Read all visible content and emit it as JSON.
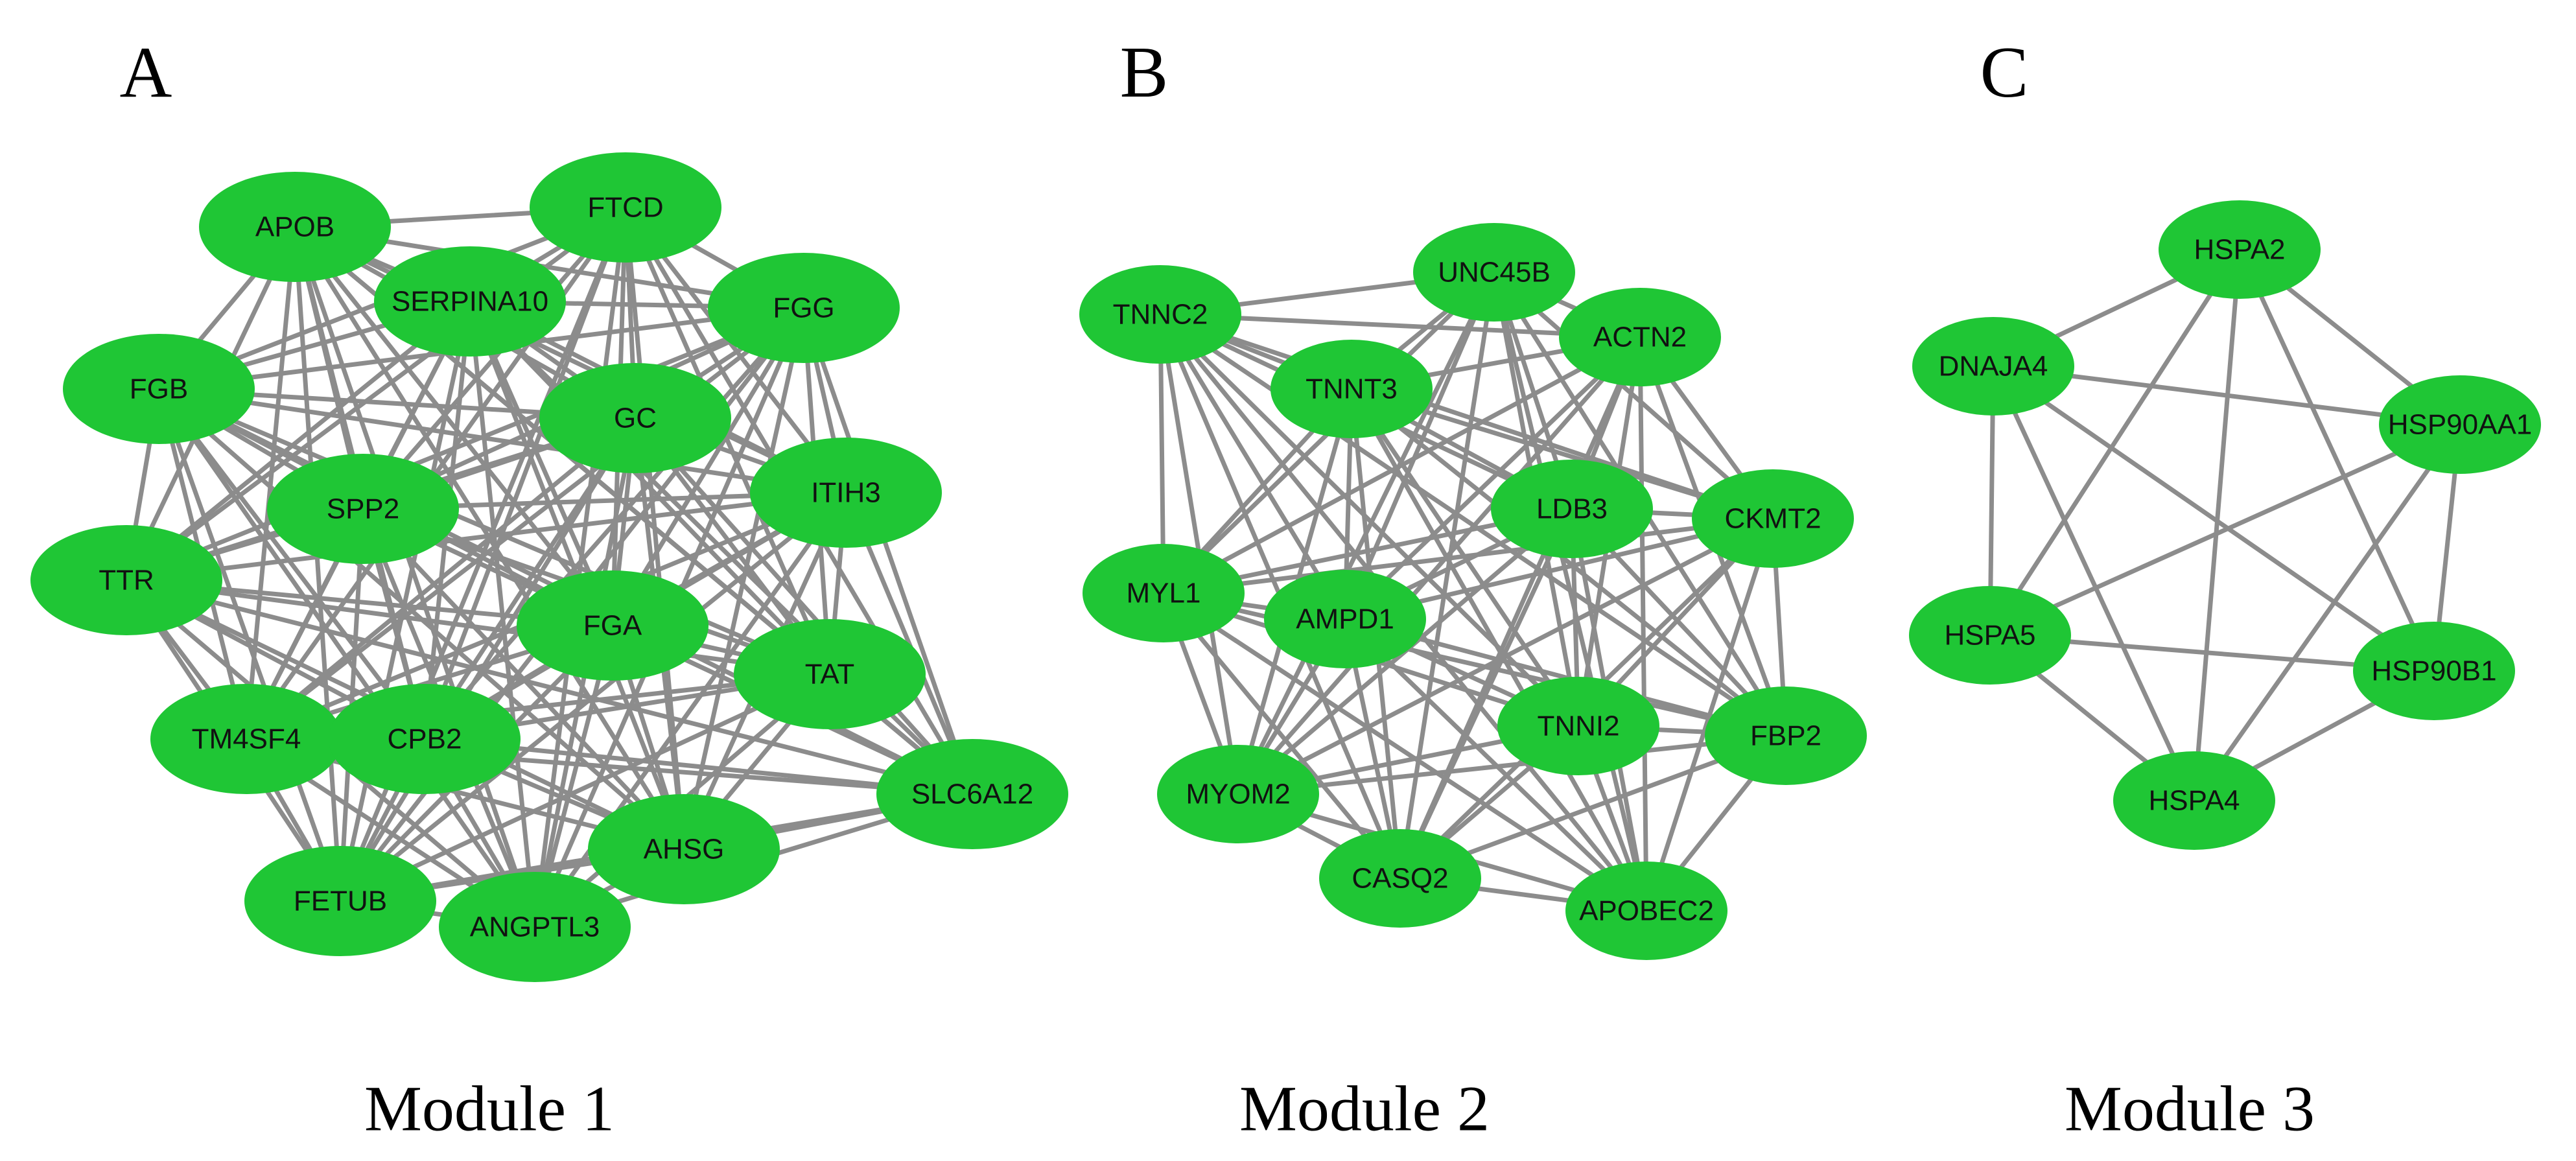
{
  "node_color": "#1fc635",
  "edge_color": "#8c8c8c",
  "panels": [
    {
      "letter": "A",
      "title": "Module 1",
      "nodes": [
        "APOB",
        "FTCD",
        "SERPINA10",
        "FGG",
        "FGB",
        "GC",
        "ITIH3",
        "SPP2",
        "TTR",
        "FGA",
        "TAT",
        "TM4SF4",
        "CPB2",
        "SLC6A12",
        "AHSG",
        "FETUB",
        "ANGPTL3"
      ],
      "edges": "all-pairs"
    },
    {
      "letter": "B",
      "title": "Module 2",
      "nodes": [
        "TNNC2",
        "UNC45B",
        "ACTN2",
        "TNNT3",
        "LDB3",
        "CKMT2",
        "MYL1",
        "AMPD1",
        "TNNI2",
        "FBP2",
        "MYOM2",
        "CASQ2",
        "APOBEC2"
      ],
      "edges": "all-pairs"
    },
    {
      "letter": "C",
      "title": "Module 3",
      "nodes": [
        "HSPA2",
        "DNAJA4",
        "HSP90AA1",
        "HSPA5",
        "HSP90B1",
        "HSPA4"
      ],
      "edges": "all-pairs"
    }
  ]
}
